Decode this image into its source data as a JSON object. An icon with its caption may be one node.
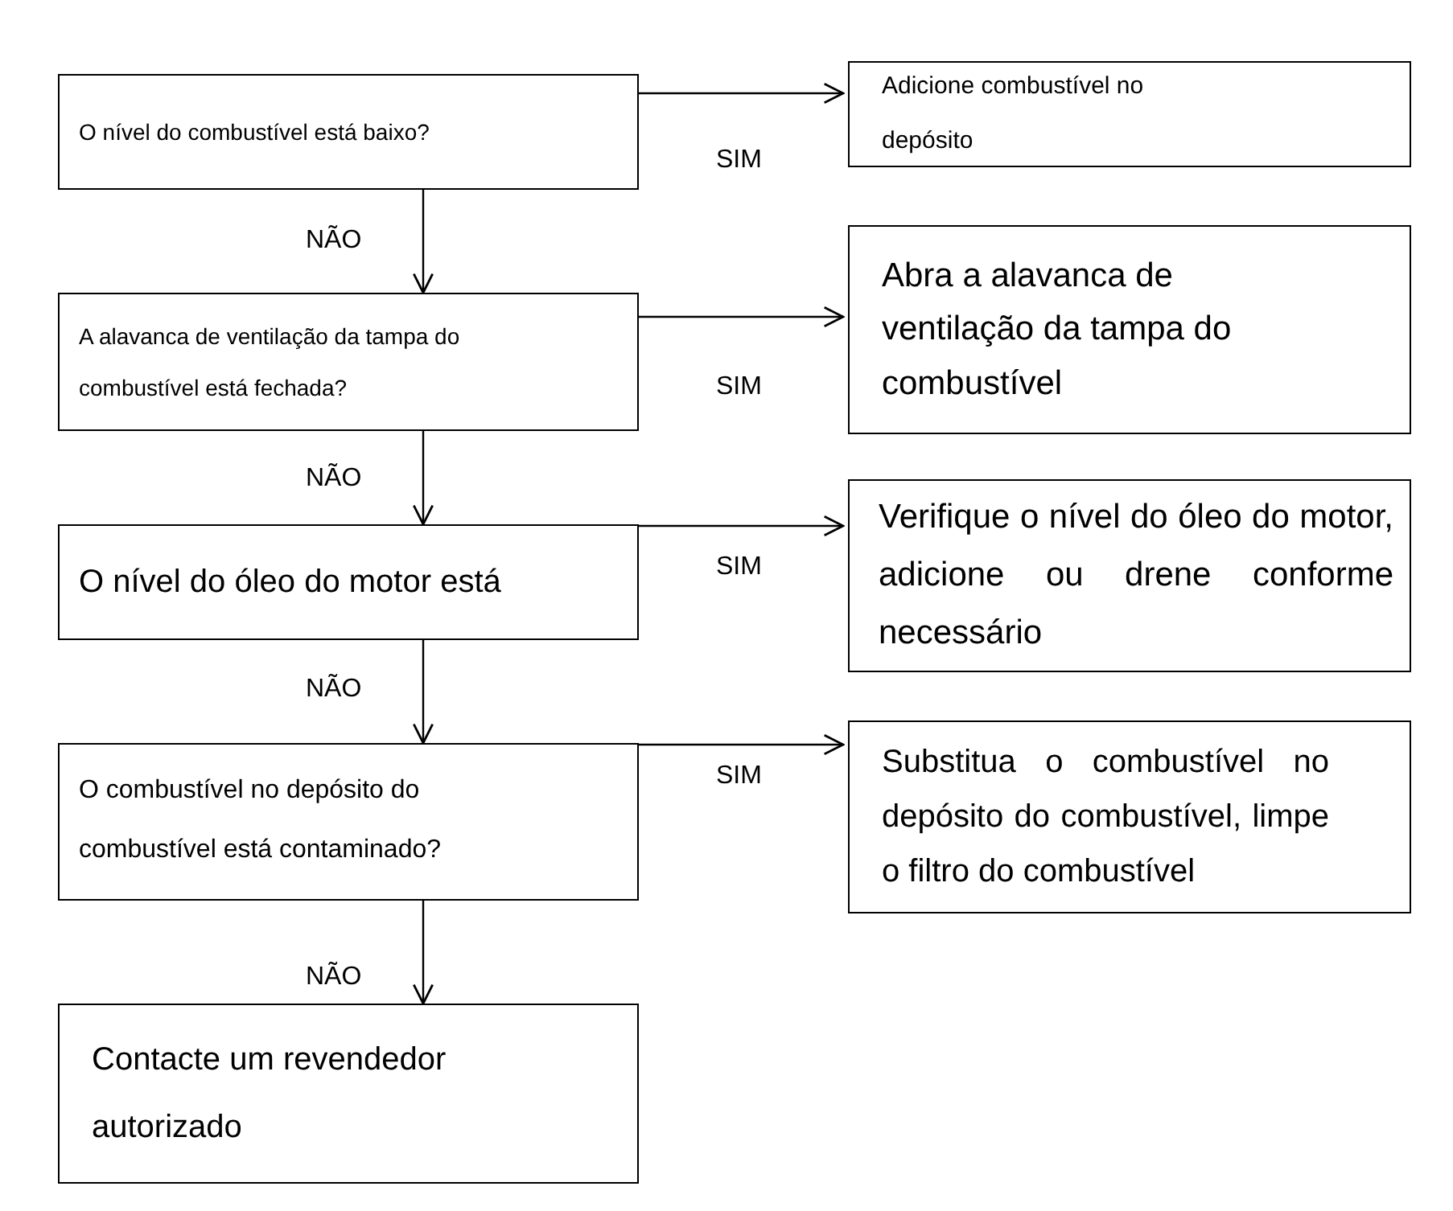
{
  "diagram": {
    "nodes": [
      {
        "text": [
          "O nível do combustível está baixo?"
        ]
      },
      {
        "text": [
          "Adicione combustível no depósito"
        ]
      },
      {
        "text": [
          "A alavanca de ventilação da tampa do combustível está fechada?"
        ]
      },
      {
        "text": [
          "Abra a alavanca de ventilação da tampa do combustível"
        ]
      },
      {
        "text": [
          "O nível do óleo do motor está"
        ]
      },
      {
        "text": [
          "Verifique o nível do óleo do motor, adicione ou drene conforme necessário"
        ]
      },
      {
        "text": [
          "O combustível no depósito do combustível está contaminado?"
        ]
      },
      {
        "text": [
          "Substitua o combustível no depósito do combustível, limpe o filtro do combustível"
        ]
      },
      {
        "text": [
          "Contacte um revendedor autorizado"
        ]
      }
    ],
    "edges": [
      {
        "from": 0,
        "to": 1,
        "arrow": "to",
        "label": "SIM"
      },
      {
        "from": 0,
        "to": 2,
        "arrow": "to",
        "label": "NÃO"
      },
      {
        "from": 2,
        "to": 3,
        "arrow": "to",
        "label": "SIM"
      },
      {
        "from": 2,
        "to": 4,
        "arrow": "to",
        "label": "NÃO"
      },
      {
        "from": 4,
        "to": 5,
        "arrow": "to",
        "label": "SIM"
      },
      {
        "from": 4,
        "to": 6,
        "arrow": "to",
        "label": "NÃO"
      },
      {
        "from": 6,
        "to": 7,
        "arrow": "to",
        "label": "SIM"
      },
      {
        "from": 6,
        "to": 8,
        "arrow": "to",
        "label": "NÃO"
      }
    ]
  }
}
